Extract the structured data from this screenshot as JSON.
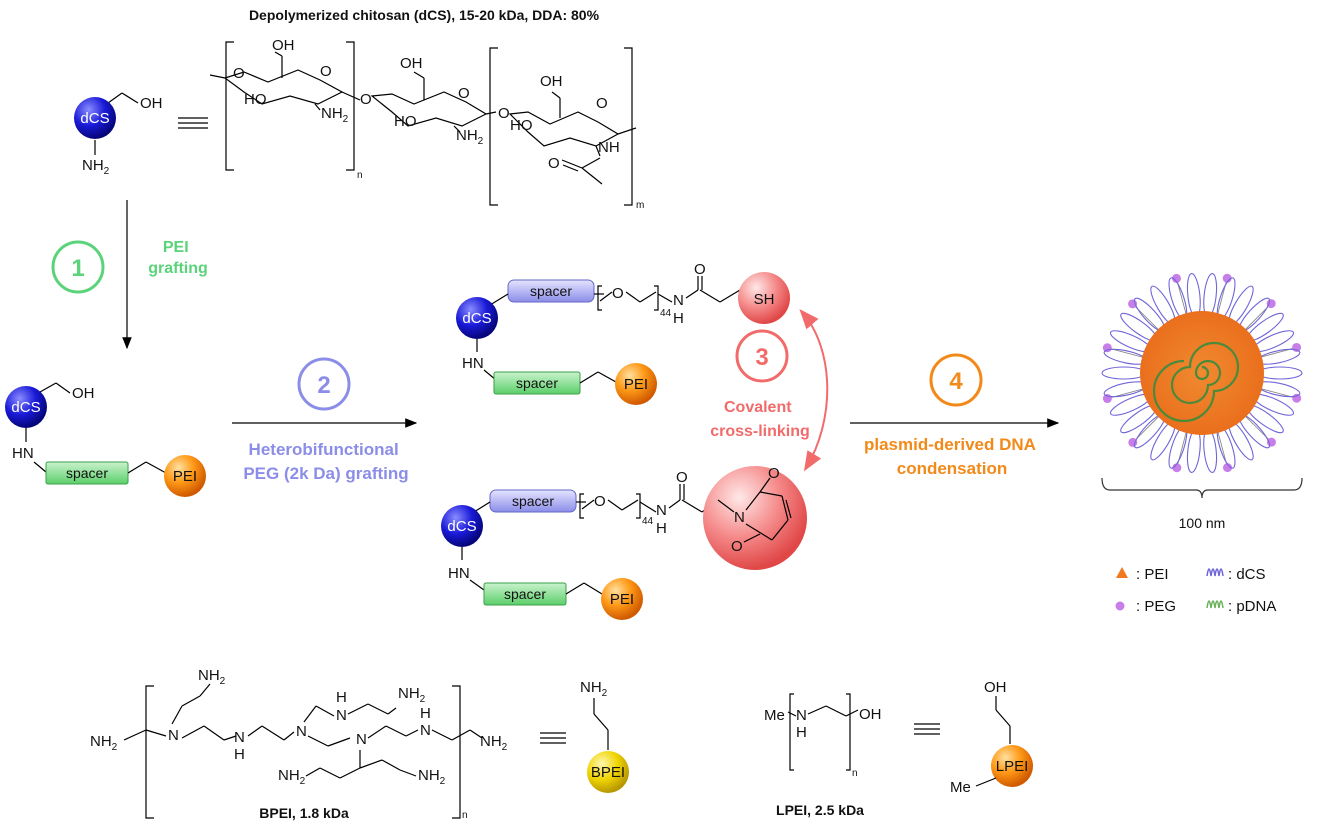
{
  "title": "Depolymerized chitosan (dCS), 15-20 kDa, DDA: 80%",
  "atoms": {
    "oh": "OH",
    "o": "O",
    "ho": "HO",
    "nh2": "NH",
    "sub2": "2",
    "nh": "NH",
    "hn": "HN",
    "n": "N",
    "h": "H",
    "sh": "SH",
    "me": "Me",
    "n_sub": "n",
    "m_sub": "m",
    "sub44": "44"
  },
  "beads": {
    "dcs": "dCS",
    "pei": "PEI",
    "spacer": "spacer",
    "bpei": "BPEI",
    "lpei": "LPEI"
  },
  "colors": {
    "dcs": "#1515d0",
    "pei": "#f07a00",
    "spacer": "#6fd47a",
    "spacer_peg": "#9a9cf0",
    "step1": "#5ad37a",
    "step2": "#8b8de8",
    "step3": "#f26b6b",
    "step4": "#f28a1a",
    "thiol": "#f28888",
    "maleimide": "#f07878",
    "bpei": "#e8c800"
  },
  "steps": [
    {
      "number": "1",
      "label_lines": [
        "PEI",
        "grafting"
      ]
    },
    {
      "number": "2",
      "label_lines": [
        "Heterobifunctional",
        "PEG (2k Da) grafting"
      ]
    },
    {
      "number": "3",
      "label_lines": [
        "Covalent",
        "cross-linking"
      ]
    },
    {
      "number": "4",
      "label_lines": [
        "plasmid-derived DNA",
        "condensation"
      ]
    }
  ],
  "nanoparticle": {
    "size_label": "100 nm",
    "legend": [
      {
        "icon": "triangle",
        "label": ": PEI"
      },
      {
        "icon": "squiggle-blue",
        "label": ": dCS"
      },
      {
        "icon": "dot",
        "label": ": PEG"
      },
      {
        "icon": "squiggle-green",
        "label": ": pDNA"
      }
    ]
  },
  "bottom": {
    "bpei_label": "BPEI, 1.8 kDa",
    "lpei_label": "LPEI, 2.5 kDa"
  }
}
